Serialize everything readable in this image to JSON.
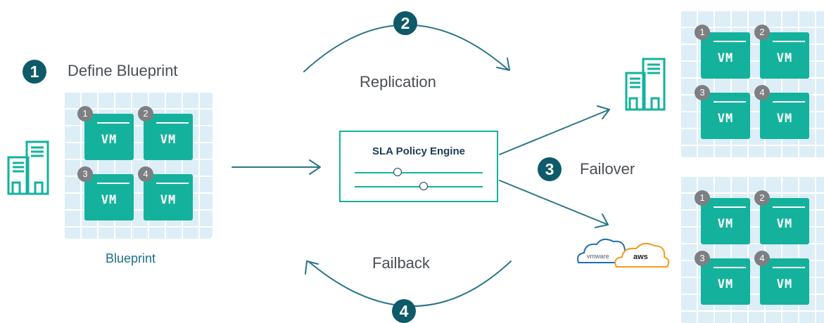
{
  "steps": {
    "define": {
      "number": "1",
      "label": "Define Blueprint"
    },
    "replication": {
      "number": "2",
      "label": "Replication"
    },
    "failover": {
      "number": "3",
      "label": "Failover"
    },
    "failback": {
      "number": "4",
      "label": "Failback"
    }
  },
  "blueprint": {
    "caption": "Blueprint",
    "vms": [
      {
        "badge": "1",
        "label": "VM"
      },
      {
        "badge": "2",
        "label": "VM"
      },
      {
        "badge": "3",
        "label": "VM"
      },
      {
        "badge": "4",
        "label": "VM"
      }
    ]
  },
  "policy_engine": {
    "title": "SLA Policy Engine"
  },
  "target_top": {
    "vms": [
      {
        "badge": "1",
        "label": "VM"
      },
      {
        "badge": "2",
        "label": "VM"
      },
      {
        "badge": "3",
        "label": "VM"
      },
      {
        "badge": "4",
        "label": "VM"
      }
    ]
  },
  "target_bottom": {
    "vms": [
      {
        "badge": "1",
        "label": "VM"
      },
      {
        "badge": "2",
        "label": "VM"
      },
      {
        "badge": "3",
        "label": "VM"
      },
      {
        "badge": "4",
        "label": "VM"
      }
    ]
  },
  "cloud_logos": {
    "vmware": "vmware",
    "aws": "aws"
  },
  "colors": {
    "teal": "#14b29c",
    "dark_teal": "#0e5a69",
    "arrow": "#2b7585",
    "grid_bg": "#ddeef7"
  }
}
